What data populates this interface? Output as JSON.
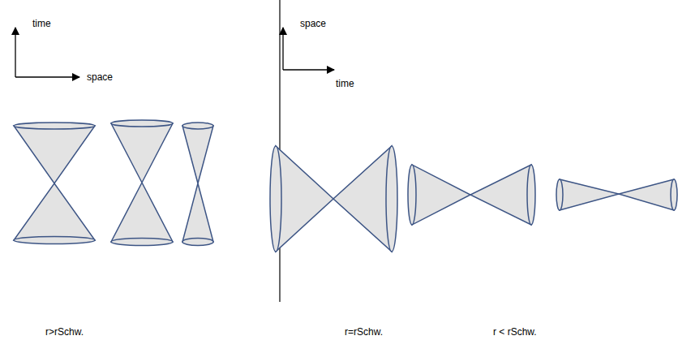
{
  "diagram": {
    "labels": [
      "time",
      "space",
      "space",
      "time",
      "r>rSchw.",
      "r=rSchw.",
      "r < rSchw."
    ]
  }
}
